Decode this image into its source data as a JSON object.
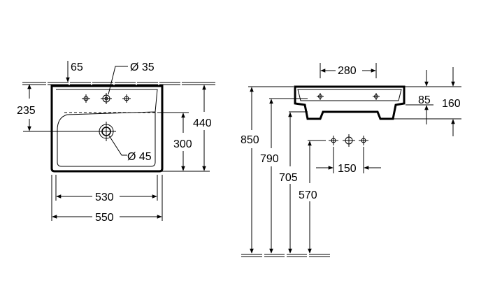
{
  "plan_view": {
    "dim_65": "65",
    "dim_dia_35": "Ø 35",
    "dim_235": "235",
    "dim_440": "440",
    "dim_300": "300",
    "dim_dia_45": "Ø 45",
    "dim_530": "530",
    "dim_550": "550"
  },
  "side_view": {
    "dim_280": "280",
    "dim_85": "85",
    "dim_160": "160",
    "dim_850": "850",
    "dim_790": "790",
    "dim_705": "705",
    "dim_570": "570",
    "dim_150": "150"
  }
}
